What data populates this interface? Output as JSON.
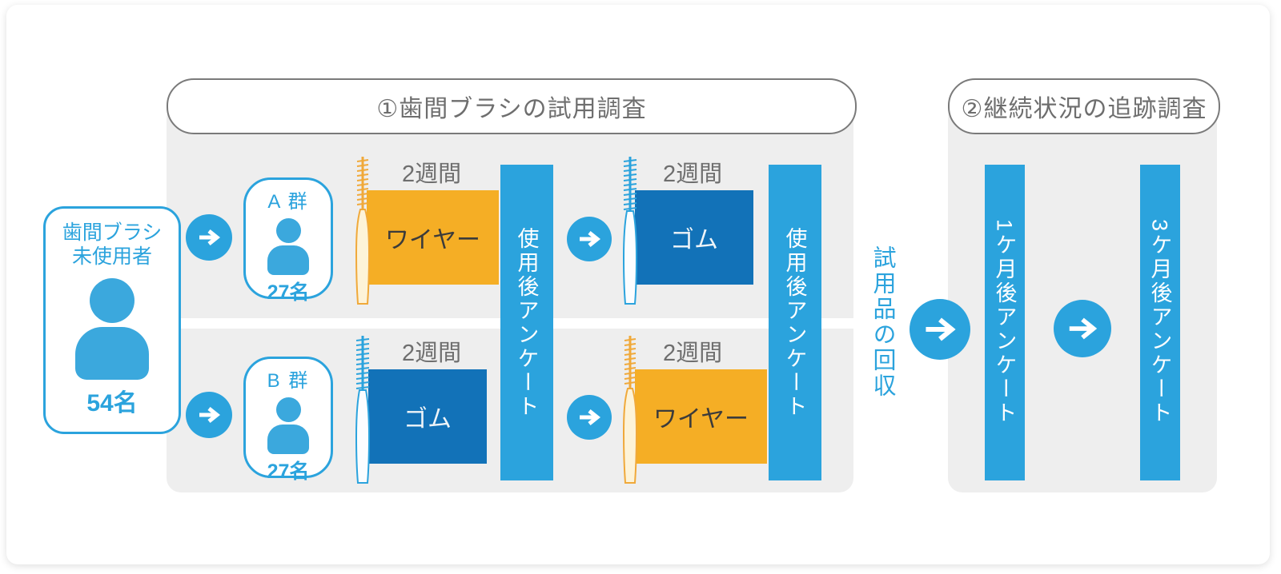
{
  "diagram": {
    "title_sections": [
      {
        "id": "section-1",
        "label": "①歯間ブラシの試用調査"
      },
      {
        "id": "section-2",
        "label": "②継続状況の追跡調査"
      }
    ],
    "entry": {
      "title_line1": "歯間ブラシ",
      "title_line2": "未使用者",
      "icon": "person-icon",
      "count": "54名"
    },
    "groups": [
      {
        "name": "A 群",
        "icon": "person-icon",
        "count": "27名"
      },
      {
        "name": "B 群",
        "icon": "person-icon",
        "count": "27名"
      }
    ],
    "arms": {
      "a": {
        "phase1": {
          "duration": "2週間",
          "material": "ワイヤー",
          "brush_icon": "interdental-brush-wire-icon"
        },
        "phase2": {
          "duration": "2週間",
          "material": "ゴム",
          "brush_icon": "interdental-brush-rubber-icon"
        }
      },
      "b": {
        "phase1": {
          "duration": "2週間",
          "material": "ゴム",
          "brush_icon": "interdental-brush-rubber-icon"
        },
        "phase2": {
          "duration": "2週間",
          "material": "ワイヤー",
          "brush_icon": "interdental-brush-wire-icon"
        }
      }
    },
    "surveys": {
      "post_use_1": "使用後アンケート",
      "post_use_2": "使用後アンケート",
      "collection": "試用品の回収",
      "followup_1": "1ケ月後アンケート",
      "followup_2": "3ケ月後アンケート"
    },
    "icons": {
      "arrow_right": "arrow-right-icon"
    },
    "colors": {
      "accent_blue": "#2ba3dd",
      "deep_blue": "#1272b8",
      "wire_orange": "#f5ae25",
      "panel_gray": "#eeeeee",
      "pill_border": "#7a7a7a",
      "text_gray": "#6e6e6e"
    }
  }
}
